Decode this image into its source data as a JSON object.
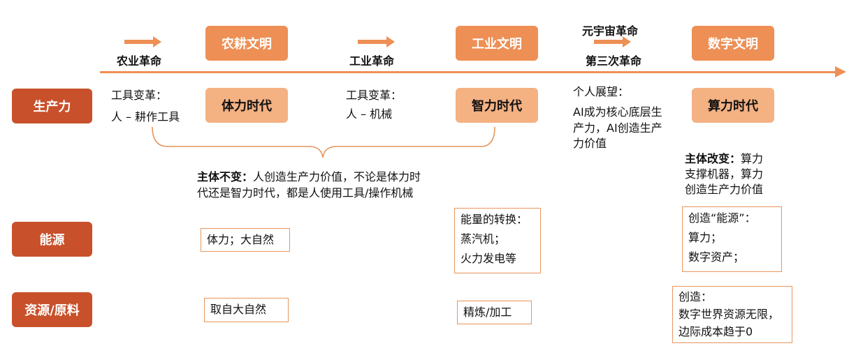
{
  "eras": [
    {
      "name": "农耕文明",
      "revolution": "农业革命"
    },
    {
      "name": "工业文明",
      "revolution": "工业革命"
    },
    {
      "name": "数字文明",
      "revolution_top": "元宇宙革命",
      "revolution": "第三次革命"
    }
  ],
  "row_labels": {
    "productivity": "生产力",
    "energy": "能源",
    "resources": "资源/原料"
  },
  "productivity": {
    "agri_heading": "工具变革：",
    "agri_detail": "人 – 耕作工具",
    "agri_time": "体力时代",
    "ind_heading": "工具变革：",
    "ind_detail": "人 – 机械",
    "ind_time": "智力时代",
    "digital_heading": "个人展望：",
    "digital_lines": [
      "AI成为核心底层生",
      "产力，AI创造生产",
      "力价值"
    ],
    "digital_time": "算力时代"
  },
  "summary": {
    "bold": "主体不变：",
    "text1": "人创造生产力价值，不论是体力时",
    "text2": "代还是智力时代，都是人使用工具/操作机械"
  },
  "subject_change": {
    "bold": "主体改变：",
    "text1": "算力",
    "text2": "支撑机器，算力",
    "text3": "创造生产力价值"
  },
  "energy": {
    "agri": "体力；大自然",
    "ind_lines": [
      "能量的转换：",
      "蒸汽机；",
      "火力发电等"
    ],
    "digital_lines": [
      "创造“能源”：",
      "算力；",
      "数字资产；"
    ]
  },
  "resources": {
    "agri": "取自大自然",
    "ind": "精炼/加工",
    "digital_lines": [
      "创造：",
      "数字世界资源无限，",
      "边际成本趋于0"
    ]
  },
  "colors": {
    "era_box": "#ee8f55",
    "time_box": "#f4b182",
    "row_box": "#c8502a",
    "outline": "#e7955c",
    "timeline": "#ee8f55"
  }
}
